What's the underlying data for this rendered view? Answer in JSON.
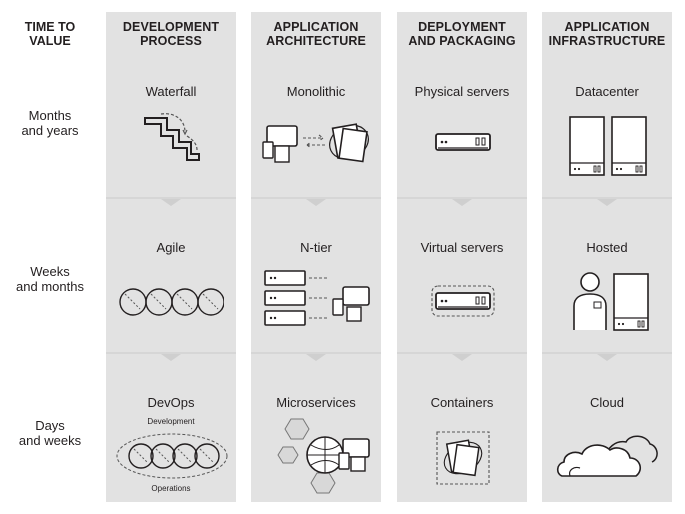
{
  "time_header": {
    "line1": "TIME TO",
    "line2": "VALUE"
  },
  "rows": [
    {
      "line1": "Months",
      "line2": "and years"
    },
    {
      "line1": "Weeks",
      "line2": "and months"
    },
    {
      "line1": "Days",
      "line2": "and weeks"
    }
  ],
  "columns": [
    {
      "line1": "DEVELOPMENT",
      "line2": "PROCESS",
      "cells": [
        "Waterfall",
        "Agile",
        "DevOps"
      ]
    },
    {
      "line1": "APPLICATION",
      "line2": "ARCHITECTURE",
      "cells": [
        "Monolithic",
        "N-tier",
        "Microservices"
      ]
    },
    {
      "line1": "DEPLOYMENT",
      "line2": "AND PACKAGING",
      "cells": [
        "Physical servers",
        "Virtual servers",
        "Containers"
      ]
    },
    {
      "line1": "APPLICATION",
      "line2": "INFRASTRUCTURE",
      "cells": [
        "Datacenter",
        "Hosted",
        "Cloud"
      ]
    }
  ],
  "devops_labels": {
    "top": "Development",
    "bottom": "Operations"
  },
  "colors": {
    "column_bg": "#e2e2e2",
    "ink": "#231f20"
  }
}
